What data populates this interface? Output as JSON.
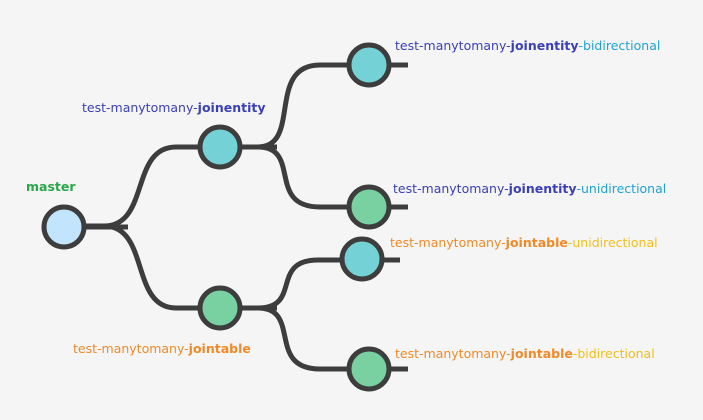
{
  "colors": {
    "edge": "#3d3d3d",
    "node_blue_light": "#c2e4fc",
    "node_teal": "#74d2d6",
    "node_green": "#79d0a0",
    "text_green": "#2aa64a",
    "text_navy": "#3b40b8",
    "text_cyan": "#1fa2d8",
    "text_orange": "#f08a28",
    "text_yellow": "#f2be18"
  },
  "branches": {
    "master": {
      "text": "master"
    },
    "joinentity": {
      "prefix": "test-manytomany-",
      "key": "joinentity",
      "suffix": ""
    },
    "jointable": {
      "prefix": "test-manytomany-",
      "key": "jointable",
      "suffix": ""
    },
    "joinentity_bidirectional": {
      "prefix": "test-manytomany-",
      "key": "joinentity",
      "suffix": "-bidirectional"
    },
    "joinentity_unidirectional": {
      "prefix": "test-manytomany-",
      "key": "joinentity",
      "suffix": "-unidirectional"
    },
    "jointable_unidirectional": {
      "prefix": "test-manytomany-",
      "key": "jointable",
      "suffix": "-unidirectional"
    },
    "jointable_bidirectional": {
      "prefix": "test-manytomany-",
      "key": "jointable",
      "suffix": "-bidirectional"
    }
  }
}
